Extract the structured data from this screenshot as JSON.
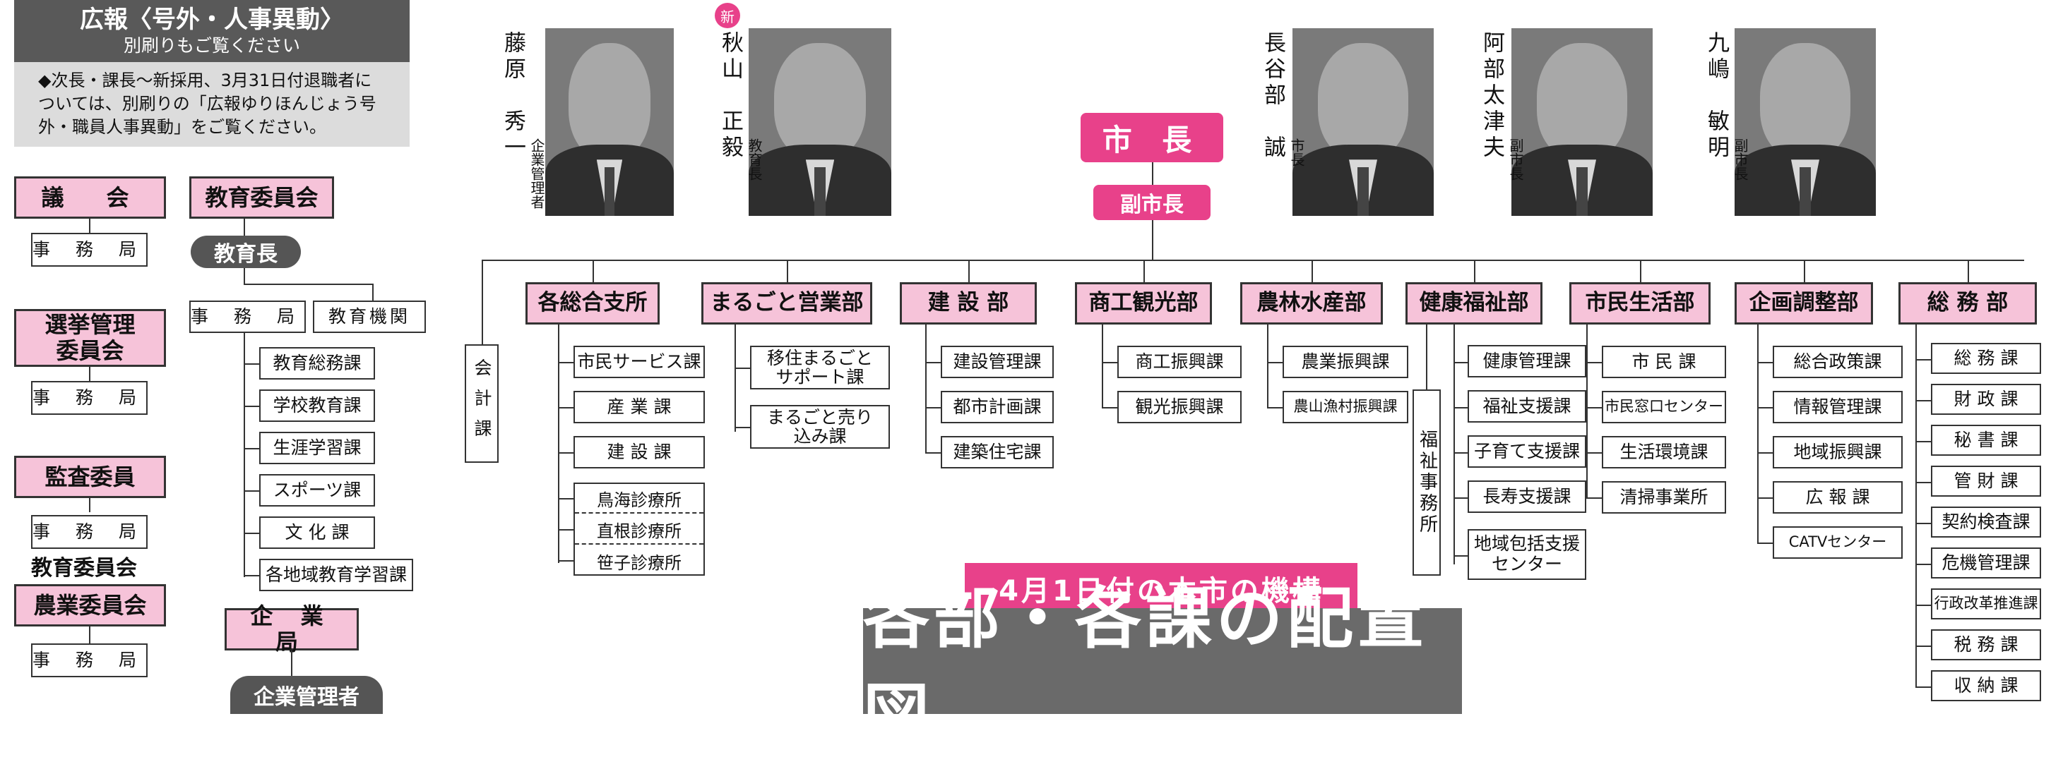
{
  "notice": {
    "title": "広報〈号外・人事異動〉",
    "subtitle": "別刷りもご覧ください",
    "body": "◆次長・課長～新採用、3月31日付退職者については、別刷りの「広報ゆりほんじょう号外・職員人事異動」をご覧ください。"
  },
  "left": {
    "gikai": "議　会",
    "gikai_jimu": "事 務 局",
    "senkyo": "選挙管理委員会",
    "senkyo_jimu": "事 務 局",
    "kansa": "監査委員",
    "kansa_jimu": "事 務 局",
    "kansa_note": "教育委員会",
    "nogyo": "農業委員会",
    "nogyo_jimu": "事 務 局"
  },
  "education": {
    "header": "教育委員会",
    "chief": "教育長",
    "jimu": "事 務 局",
    "kikan": "教育機関",
    "sections": [
      "教育総務課",
      "学校教育課",
      "生涯学習課",
      "スポーツ課",
      "文 化 課",
      "各地域教育学習課"
    ]
  },
  "enterprise": {
    "header": "企 業 局",
    "manager": "企業管理者"
  },
  "portraits": [
    {
      "name": "藤原　秀一",
      "title": "企業管理者",
      "new": ""
    },
    {
      "name": "秋山　正毅",
      "title": "教育長",
      "new": "新"
    },
    {
      "name": "長谷部　誠",
      "title": "市長",
      "new": ""
    },
    {
      "name": "阿部太津夫",
      "title": "副市長",
      "new": ""
    },
    {
      "name": "九嶋　敏明",
      "title": "副市長",
      "new": ""
    }
  ],
  "mayor": "市 長",
  "vice_mayor": "副市長",
  "kaikei": "会計課",
  "departments": [
    {
      "name": "各総合支所",
      "sections": [
        "市民サービス課",
        "産 業 課",
        "建 設 課"
      ],
      "clinics": [
        "鳥海診療所",
        "直根診療所",
        "笹子診療所"
      ]
    },
    {
      "name": "まるごと営業部",
      "sections": [
        "移住まるごとサポート課",
        "まるごと売り込み課"
      ]
    },
    {
      "name": "建 設 部",
      "sections": [
        "建設管理課",
        "都市計画課",
        "建築住宅課"
      ]
    },
    {
      "name": "商工観光部",
      "sections": [
        "商工振興課",
        "観光振興課"
      ]
    },
    {
      "name": "農林水産部",
      "sections": [
        "農業振興課",
        "農山漁村振興課"
      ]
    },
    {
      "name": "健康福祉部",
      "sections": [
        "健康管理課",
        "福祉支援課",
        "子育て支援課",
        "長寿支援課",
        "地域包括支援センター"
      ],
      "office": "福祉事務所"
    },
    {
      "name": "市民生活部",
      "sections": [
        "市 民 課",
        "市民窓口センター",
        "生活環境課",
        "清掃事業所"
      ]
    },
    {
      "name": "企画調整部",
      "sections": [
        "総合政策課",
        "情報管理課",
        "地域振興課",
        "広 報 課",
        "CATVセンター"
      ]
    },
    {
      "name": "総 務 部",
      "sections": [
        "総 務 課",
        "財 政 課",
        "秘 書 課",
        "管 財 課",
        "契約検査課",
        "危機管理課",
        "行政改革推進課",
        "税 務 課",
        "収 納 課"
      ]
    }
  ],
  "headline": {
    "sub": "4月1日付の本市の機構",
    "main": "各部・各課の配置図"
  }
}
